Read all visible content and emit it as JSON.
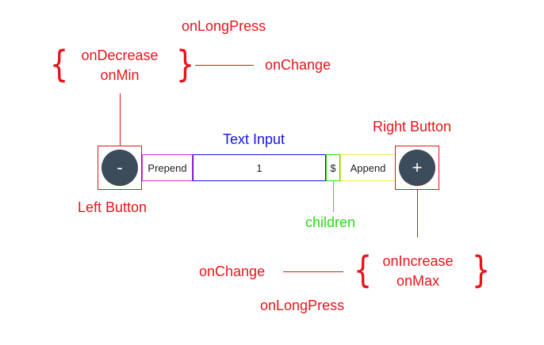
{
  "top": {
    "long_press": "onLongPress",
    "decrease": "onDecrease",
    "min": "onMin",
    "change": "onChange"
  },
  "stepper": {
    "text_input_title": "Text Input",
    "right_button_title": "Right Button",
    "left_button_title": "Left Button",
    "minus": "-",
    "plus": "+",
    "prepend": "Prepend",
    "value": "1",
    "children_symbol": "$",
    "append": "Append",
    "children_label": "children"
  },
  "bottom": {
    "change": "onChange",
    "increase": "onIncrease",
    "max": "onMax",
    "long_press": "onLongPress"
  },
  "colors": {
    "red": "#e8141b",
    "blue": "#1414e6",
    "green": "#2bdc14",
    "purple": "#cc33cc",
    "yellow": "#f2e84a",
    "button": "#3c4c5b"
  }
}
